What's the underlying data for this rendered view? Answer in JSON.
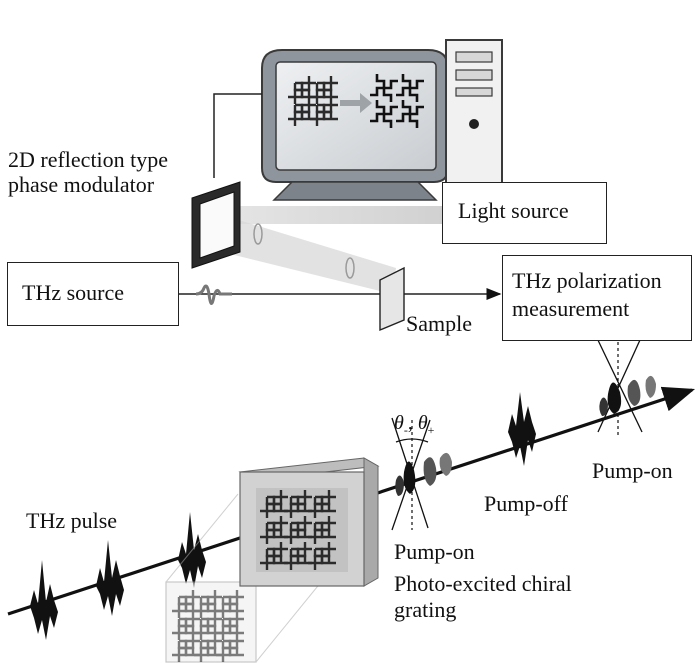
{
  "labels": {
    "modulator_line1": "2D reflection type",
    "modulator_line2": "phase modulator",
    "light_source": "Light source",
    "thz_source": "THz source",
    "thz_pol_line1": "THz polarization",
    "thz_pol_line2": "measurement",
    "sample": "Sample",
    "thz_pulse": "THz pulse",
    "pump_on_left": "Pump-on",
    "pump_off": "Pump-off",
    "pump_on_right": "Pump-on",
    "grating_line1": "Photo-excited chiral",
    "grating_line2": "grating",
    "theta_minus": "θ",
    "theta_sep": ", ",
    "theta_plus": "θ"
  },
  "theta_subscripts": {
    "minus": "-",
    "plus": "+"
  },
  "colors": {
    "line": "#111111",
    "monitor_body": "#8f959c",
    "monitor_screen": "#d9dde0",
    "pulse": "#111111",
    "pulse_shadow": "#5c5c5c",
    "beam": "#cfcfcf",
    "grating_panel": "#cdcdcd",
    "pattern": "#2b2b2b"
  },
  "icons": [
    "computer-monitor-icon",
    "computer-tower-icon",
    "swastika-pattern-icon",
    "arrow-right-icon"
  ]
}
